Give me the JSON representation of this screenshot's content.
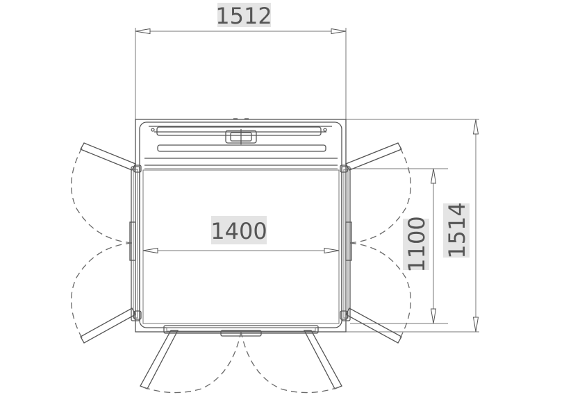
{
  "dimensions": {
    "overall_width": "1512",
    "inner_width": "1400",
    "inner_depth": "1100",
    "overall_depth": "1514"
  },
  "colors": {
    "line": "#555555",
    "label_background": "#e4e4e4",
    "background": "#ffffff"
  }
}
